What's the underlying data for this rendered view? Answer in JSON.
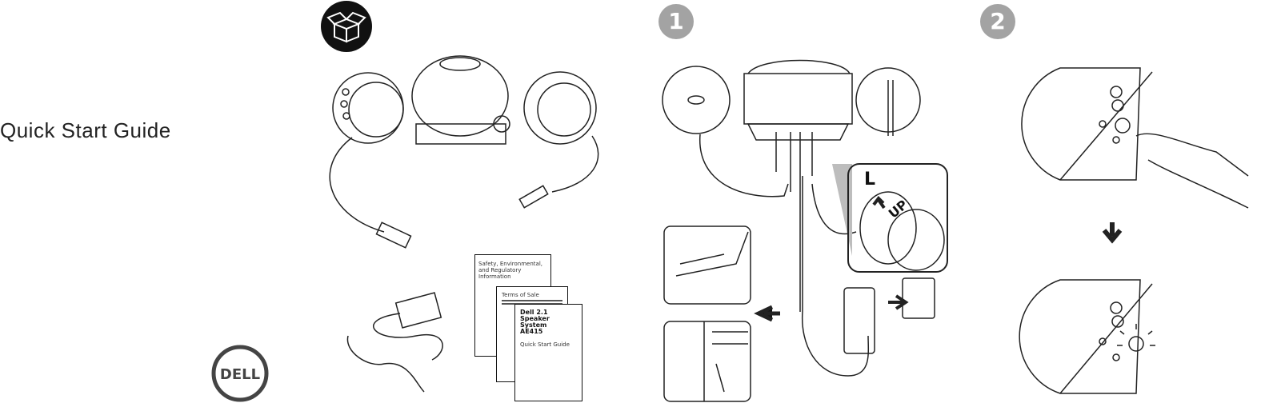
{
  "title": "Quick Start Guide",
  "logo": "DELL",
  "box_icon": "open-box-icon",
  "steps": [
    {
      "number": "1"
    },
    {
      "number": "2"
    }
  ],
  "documents": {
    "safety": {
      "title": "Safety, Environmental, and Regulatory Information"
    },
    "terms": {
      "title": "Terms of Sale"
    },
    "qsg": {
      "product": "Dell 2.1 Speaker System",
      "model": "AE415",
      "subtitle": "Quick Start Guide"
    }
  },
  "callout": {
    "letter": "L",
    "arrow_label": "UP"
  },
  "colors": {
    "step_badge": "#a3a3a3",
    "line_art": "#222222",
    "callout_bg": "#bdbdbd"
  }
}
